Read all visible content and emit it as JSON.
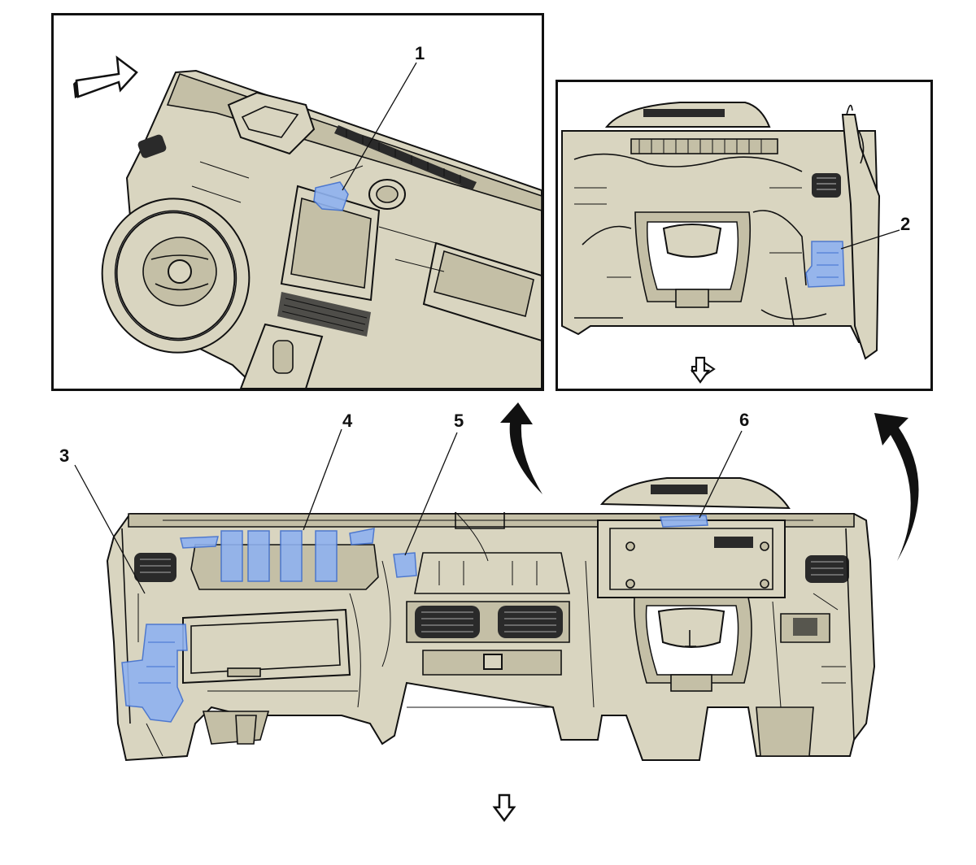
{
  "callouts": {
    "c1": "1",
    "c2": "2",
    "c3": "3",
    "c4": "4",
    "c5": "5",
    "c6": "6"
  },
  "colors": {
    "component_highlight": "#8fb2f0",
    "dashboard_fill": "#d9d5c0",
    "outline": "#111111"
  },
  "icons": {
    "view_direction_top_left": "forward-arrow-icon",
    "view_direction_top_right": "down-arrow-icon",
    "view_direction_main": "down-arrow-icon",
    "rotate_left": "curved-arrow-icon",
    "rotate_right": "curved-arrow-icon"
  }
}
